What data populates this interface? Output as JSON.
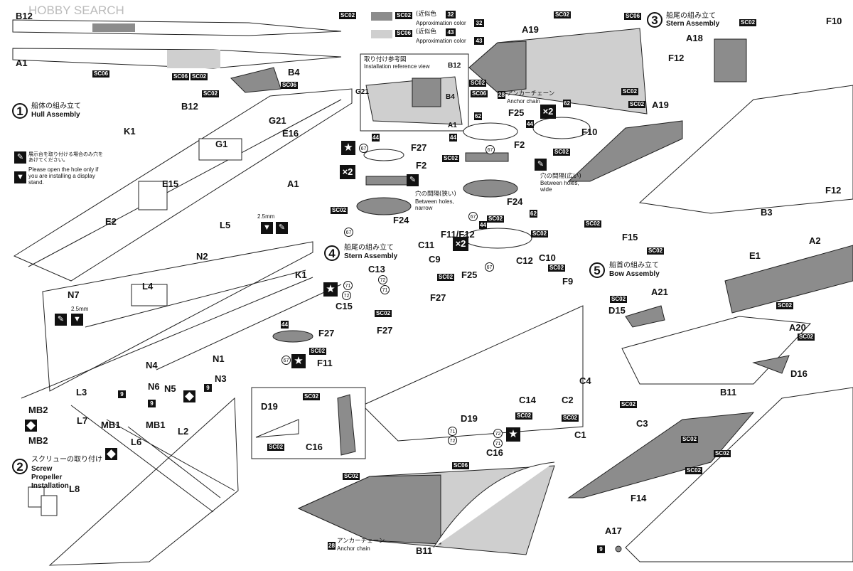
{
  "watermark": "HOBBY SEARCH",
  "colors": {
    "sc02": "#8c8c8c",
    "sc06": "#cfcfcf",
    "ink": "#111111"
  },
  "legend": {
    "sc02_code": "SC02",
    "sc02_jp": "(近似色",
    "sc02_num": "32",
    "sc02_en": "Approximation color",
    "sc06_code": "SC06",
    "sc06_jp": "(近似色",
    "sc06_num": "43",
    "sc06_en": "Approximation color"
  },
  "ref_view": {
    "title_jp": "取り付け参考図",
    "title_en": "Installation reference view",
    "parts": [
      "B12",
      "G21",
      "B4",
      "A1"
    ]
  },
  "steps": [
    {
      "num": "1",
      "jp": "船体の組み立て",
      "en": "Hull Assembly"
    },
    {
      "num": "2",
      "jp": "スクリューの取り付け",
      "en": "Screw Propeller Installation"
    },
    {
      "num": "3",
      "jp": "船尾の組み立て",
      "en": "Stern Assembly"
    },
    {
      "num": "4",
      "jp": "船尾の組み立て",
      "en": "Stern Assembly"
    },
    {
      "num": "5",
      "jp": "船首の組み立て",
      "en": "Bow Assembly"
    }
  ],
  "notes": {
    "stand_jp": "展示台を取り付ける場合のみ穴を\nあけてください。",
    "stand_en": "Please open the hole only if\nyou are installing a display\nstand.",
    "drill_size": "2.5mm",
    "narrow_jp": "穴の間隔(狭い)",
    "narrow_en": "Between holes,\nnarrow",
    "wide_jp": "穴の間隔(広い)",
    "wide_en": "Between holes,\nwide",
    "anchor_jp": "アンカーチェーン",
    "anchor_en": "Anchor chain",
    "anchor_num": "28",
    "x2": "×2"
  },
  "parts": {
    "b12_top": "B12",
    "a1_top": "A1",
    "b4": "B4",
    "b12": "B12",
    "g21": "G21",
    "e16": "E16",
    "g1": "G1",
    "k1_a": "K1",
    "e15": "E15",
    "a1": "A1",
    "e2": "E2",
    "l5": "L5",
    "n2": "N2",
    "k1_b": "K1",
    "l4": "L4",
    "n7": "N7",
    "n1": "N1",
    "n4": "N4",
    "n6": "N6",
    "n5": "N5",
    "n3": "N3",
    "l3": "L3",
    "mb2_a": "MB2",
    "l7": "L7",
    "mb1_a": "MB1",
    "mb1_b": "MB1",
    "l2": "L2",
    "mb2_b": "MB2",
    "l6": "L6",
    "l8": "L8",
    "a19_top": "A19",
    "f25_a": "F25",
    "f10_a": "F10",
    "f27_a": "F27",
    "f2_a": "F2",
    "f2_b": "F2",
    "f24_a": "F24",
    "f24_b": "F24",
    "f11f12": "F11/F12",
    "a18": "A18",
    "f12_a": "F12",
    "f10_b": "F10",
    "a19": "A19",
    "f12_b": "F12",
    "b3": "B3",
    "f15": "F15",
    "e1": "E1",
    "a2": "A2",
    "c11": "C11",
    "c9": "C9",
    "c13": "C13",
    "f25_b": "F25",
    "c12": "C12",
    "c10": "C10",
    "f9": "F9",
    "c15": "C15",
    "f27_b": "F27",
    "f27_c": "F27",
    "f27_d": "F27",
    "f11": "F11",
    "c14": "C14",
    "d19_a": "D19",
    "d19_b": "D19",
    "c16_a": "C16",
    "c16_b": "C16",
    "b11_a": "B11",
    "a21": "A21",
    "d15": "D15",
    "a20": "A20",
    "d16": "D16",
    "b11_b": "B11",
    "c4": "C4",
    "c2": "C2",
    "c3": "C3",
    "c1": "C1",
    "f14": "F14",
    "a17": "A17"
  },
  "paint_codes": {
    "sc02": "SC02",
    "sc06": "SC06"
  },
  "small_nums": {
    "n44": "44",
    "n62": "62",
    "n67": "67",
    "n71": "71",
    "n72": "72",
    "n9": "9"
  }
}
